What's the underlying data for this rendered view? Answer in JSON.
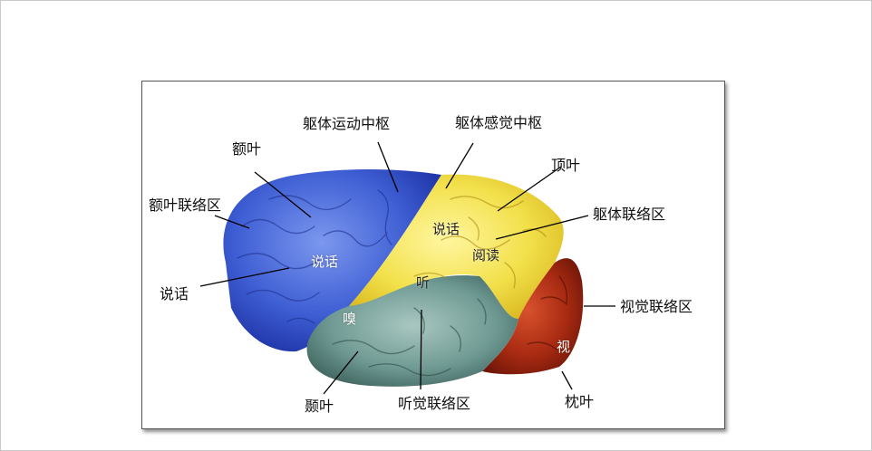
{
  "diagram": {
    "labels": {
      "frontal_lobe": "额叶",
      "motor_center": "躯体运动中枢",
      "sensory_center": "躯体感觉中枢",
      "parietal_lobe": "顶叶",
      "frontal_association": "额叶联络区",
      "somatic_association": "躯体联络区",
      "speech_left": "说话",
      "visual_association": "视觉联络区",
      "temporal_lobe": "颞叶",
      "auditory_association": "听觉联络区",
      "occipital_lobe": "枕叶"
    },
    "regions": {
      "speech_frontal": "说话",
      "speech_parietal": "说话",
      "reading": "阅读",
      "hearing": "听",
      "smell": "嗅",
      "vision": "视"
    },
    "colors": {
      "frontal": "#3f5fd4",
      "parietal": "#f2e04a",
      "temporal": "#6f9a93",
      "occipital": "#a82a12"
    }
  }
}
